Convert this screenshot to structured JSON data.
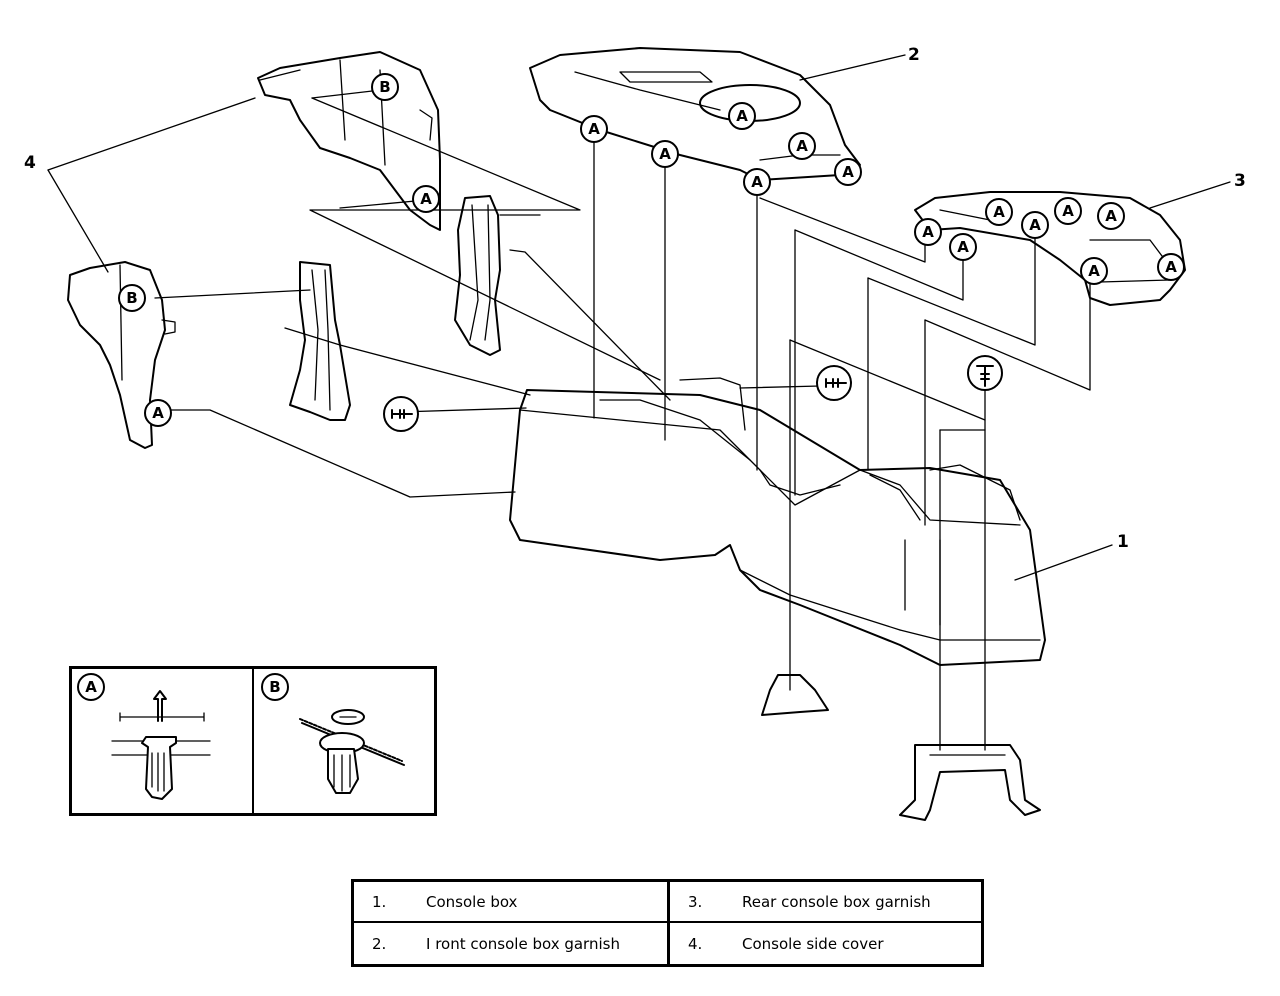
{
  "callouts": {
    "part_1": "1",
    "part_2": "2",
    "part_3": "3",
    "part_4": "4",
    "clip_a": "A",
    "clip_b": "B"
  },
  "inset": {
    "left_label": "A",
    "right_label": "B"
  },
  "legend": {
    "items": [
      {
        "num": "1.",
        "label": "Console box"
      },
      {
        "num": "3.",
        "label": "Rear console box garnish"
      },
      {
        "num": "2.",
        "label": "I ront console box garnish"
      },
      {
        "num": "4.",
        "label": "Console side cover"
      }
    ]
  },
  "icons": {
    "screw": "screw-icon",
    "clip": "clip-icon"
  }
}
